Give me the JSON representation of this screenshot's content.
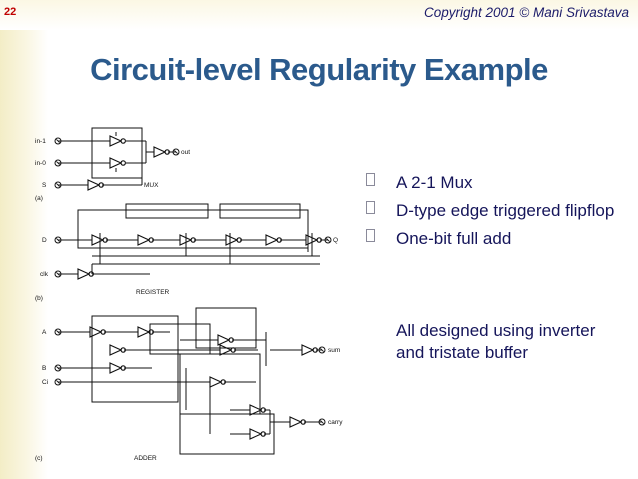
{
  "slide": {
    "number": "22",
    "copyright": "Copyright 2001 © Mani Srivastava",
    "title": "Circuit-level Regularity Example"
  },
  "bullets": [
    "A 2-1 Mux",
    "D-type edge triggered flipflop",
    "One-bit full add"
  ],
  "note": "All designed using inverter and tristate buffer",
  "figure": {
    "mux": {
      "inputs": [
        "in-1",
        "in-0",
        "S"
      ],
      "output": "out",
      "name": "MUX",
      "caption": "(a)"
    },
    "register": {
      "inputs": [
        "D",
        "clk"
      ],
      "output": "Q",
      "name": "REGISTER",
      "caption": "(b)"
    },
    "adder": {
      "inputs": [
        "A",
        "B",
        "Ci"
      ],
      "outputs": [
        "sum",
        "carry"
      ],
      "name": "ADDER",
      "caption": "(c)"
    }
  }
}
